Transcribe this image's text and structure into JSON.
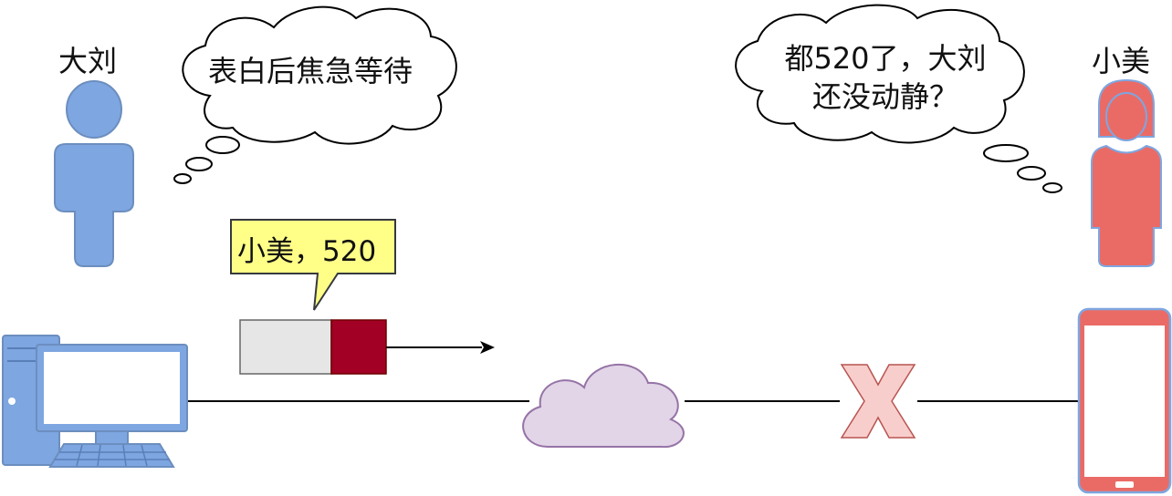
{
  "left_person": {
    "name": "大刘",
    "color": "#7ea6e0"
  },
  "right_person": {
    "name": "小美",
    "color": "#ea6b66"
  },
  "left_thought": {
    "text": "表白后焦急等待"
  },
  "right_thought": {
    "line1": "都520了，大刘",
    "line2": "还没动静？"
  },
  "message": {
    "text": "小美，520",
    "callout_color": "#ffff88"
  },
  "packet": {
    "body_color": "#e6e6e6",
    "head_color": "#a20025"
  },
  "network_cloud": {
    "color": "#e1d5e7",
    "stroke": "#9673a6"
  },
  "broken_link": {
    "color": "#f8cecc"
  },
  "computer": {
    "color": "#7ea6e0"
  },
  "phone": {
    "color": "#ea6b66"
  }
}
